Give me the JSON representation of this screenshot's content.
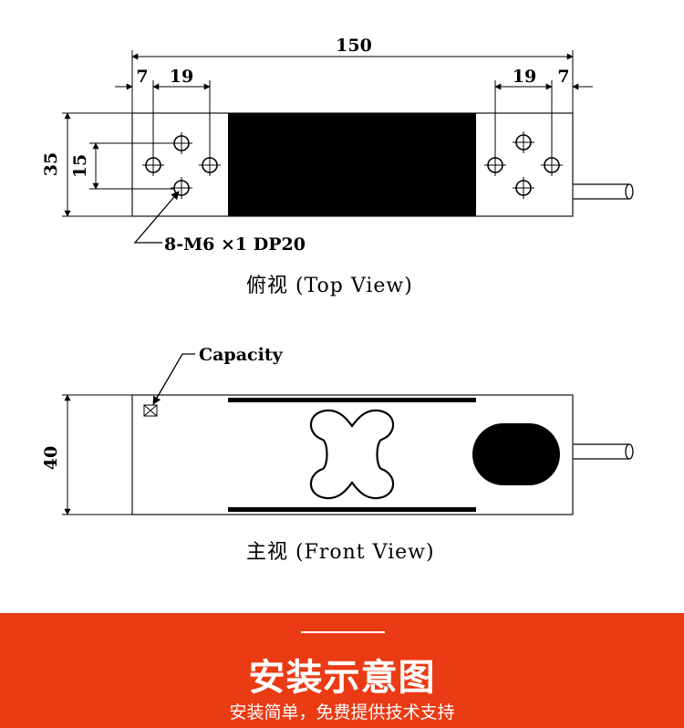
{
  "top_view": {
    "dimensions": {
      "overall_length": "150",
      "left_edge_offset": "7",
      "left_hole_spacing": "19",
      "right_hole_spacing": "19",
      "right_edge_offset": "7",
      "width": "35",
      "hole_row_spacing": "15"
    },
    "hole_callout": "8-M6 ×1 DP20",
    "caption": "俯视 (Top View)"
  },
  "front_view": {
    "capacity_label": "Capacity",
    "height": "40",
    "caption": "主视 (Front View)"
  },
  "banner": {
    "background_color": "#ea3b14",
    "title": "安装示意图",
    "subtitle": "安装简单，免费提供技术支持"
  }
}
